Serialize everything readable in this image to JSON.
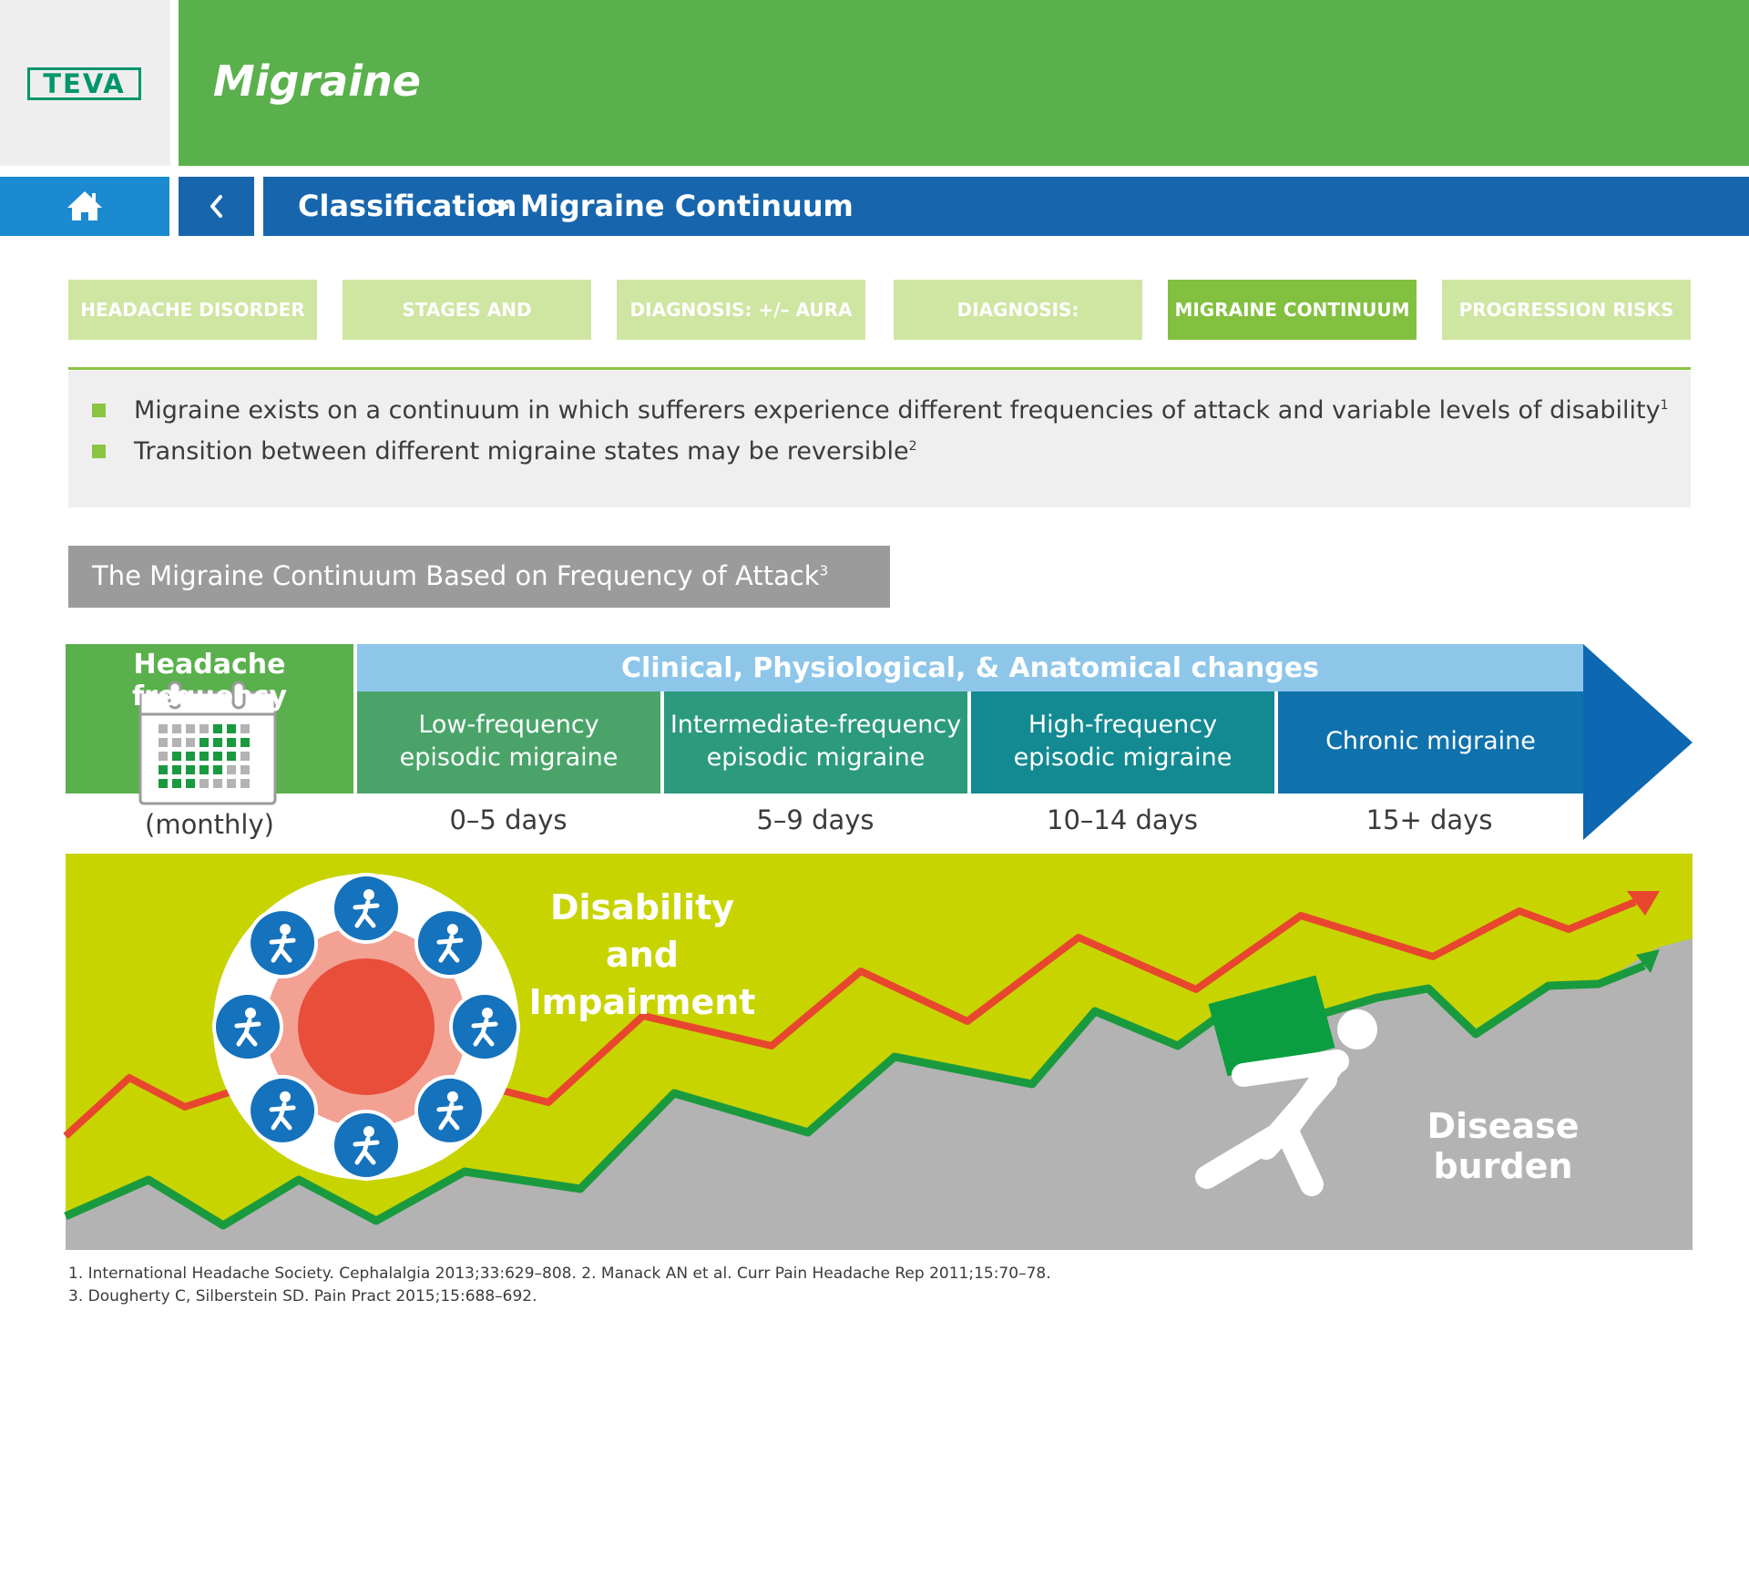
{
  "header": {
    "logo_text": "TEVA",
    "app_title": "Migraine"
  },
  "nav": {
    "home_icon": "home-icon",
    "back_icon": "chevron-left-icon",
    "breadcrumb": [
      "Classification",
      ">",
      "Migraine Continuum"
    ]
  },
  "tabs": [
    {
      "label": "HEADACHE DISORDER",
      "active": false
    },
    {
      "label": "STAGES AND SYMPTOMS",
      "active": false
    },
    {
      "label": "DIAGNOSIS: +/– AURA",
      "active": false
    },
    {
      "label": "DIAGNOSIS: FREQUENCY",
      "active": false
    },
    {
      "label": "MIGRAINE CONTINUUM",
      "active": true
    },
    {
      "label": "PROGRESSION RISKS",
      "active": false
    }
  ],
  "bullets": [
    {
      "text": "Migraine exists on a continuum in which sufferers experience different frequencies of attack and variable levels of disability",
      "sup": "1"
    },
    {
      "text": "Transition between different migraine states may be reversible",
      "sup": "2"
    }
  ],
  "continuum": {
    "title": "The Migraine Continuum Based on Frequency of Attack",
    "title_sup": "3",
    "headache_frequency_label": "Headache frequency",
    "monthly_label": "(monthly)",
    "arrow_header": "Clinical, Physiological, & Anatomical changes",
    "stages": [
      {
        "line1": "Low-frequency",
        "line2": "episodic migraine",
        "days": "0–5 days"
      },
      {
        "line1": "Intermediate-frequency",
        "line2": "episodic migraine",
        "days": "5–9 days"
      },
      {
        "line1": "High-frequency",
        "line2": "episodic migraine",
        "days": "10–14 days"
      },
      {
        "line1": "Chronic migraine",
        "line2": "",
        "days": "15+ days"
      }
    ],
    "disability_label_1": "Disability and",
    "disability_label_2": "Impairment",
    "disease_burden_label": "Disease burden",
    "activity_icons": [
      "desk-work-icon",
      "driving-icon",
      "family-icon",
      "travel-icon",
      "stairs-icon",
      "cycling-icon",
      "social-dining-icon",
      "tennis-icon"
    ]
  },
  "references": {
    "line1": "1. International Headache Society. Cephalalgia 2013;33:629–808. 2. Manack AN et al. Curr Pain Headache Rep 2011;15:70–78.",
    "line2": "3. Dougherty C, Silberstein SD. Pain Pract 2015;15:688–692."
  },
  "colors": {
    "green_header": "#5ab04c",
    "blue_nav": "#1766ad",
    "tab_inactive": "#cfe5a2",
    "tab_active": "#83c040",
    "disability_line": "#e8462f",
    "burden_line": "#1a9a3e",
    "band_yellow": "#c8d400",
    "burden_grey": "#b3b3b3"
  }
}
